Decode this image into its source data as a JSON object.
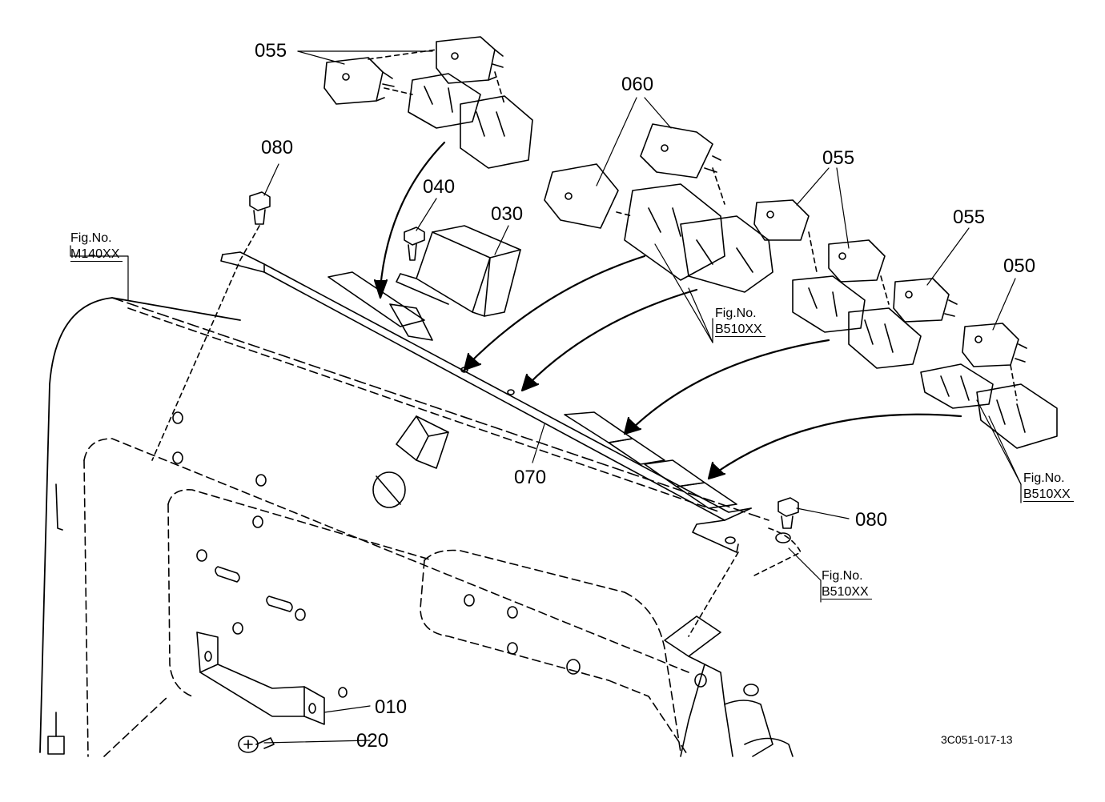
{
  "callouts": [
    {
      "id": "p055a",
      "text": "055"
    },
    {
      "id": "p060",
      "text": "060"
    },
    {
      "id": "p080a",
      "text": "080"
    },
    {
      "id": "p040",
      "text": "040"
    },
    {
      "id": "p030",
      "text": "030"
    },
    {
      "id": "p055b",
      "text": "055"
    },
    {
      "id": "p055c",
      "text": "055"
    },
    {
      "id": "p050",
      "text": "050"
    },
    {
      "id": "p070",
      "text": "070"
    },
    {
      "id": "p080b",
      "text": "080"
    },
    {
      "id": "p010",
      "text": "010"
    },
    {
      "id": "p020",
      "text": "020"
    }
  ],
  "figure_refs": [
    {
      "id": "m140",
      "prefix": "Fig.No.",
      "number": "M140XX"
    },
    {
      "id": "b510a",
      "prefix": "Fig.No.",
      "number": "B510XX"
    },
    {
      "id": "b510b",
      "prefix": "Fig.No.",
      "number": "B510XX"
    },
    {
      "id": "b510c",
      "prefix": "Fig.No.",
      "number": "B510XX"
    }
  ],
  "drawing_code": "3C051-017-13",
  "line_color": "#000000"
}
